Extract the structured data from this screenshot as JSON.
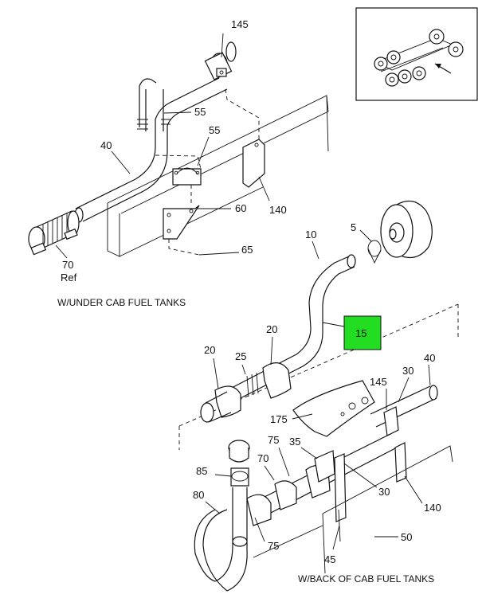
{
  "diagram": {
    "captions": {
      "under_cab": "W/UNDER CAB FUEL TANKS",
      "back_of_cab": "W/BACK OF CAB FUEL TANKS"
    },
    "callouts": {
      "c145_top": "145",
      "c55_a": "55",
      "c55_b": "55",
      "c40_top": "40",
      "c60": "60",
      "c140_top": "140",
      "c65": "65",
      "c70_top": "70",
      "ref": "Ref",
      "c10": "10",
      "c5": "5",
      "c15": "15",
      "c20_a": "20",
      "c20_b": "20",
      "c25": "25",
      "c30_top": "30",
      "c40_right": "40",
      "c145_mid": "145",
      "c175": "175",
      "c75_a": "75",
      "c35": "35",
      "c70_mid": "70",
      "c85": "85",
      "c30_mid": "30",
      "c140_right": "140",
      "c80": "80",
      "c75_b": "75",
      "c50": "50",
      "c45": "45"
    },
    "highlight_color": "#22dd22"
  }
}
